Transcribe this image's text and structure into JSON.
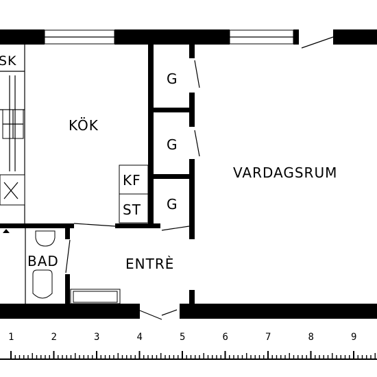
{
  "rooms": {
    "sk": "SK",
    "kok": "KÖK",
    "g1": "G",
    "g2": "G",
    "g3": "G",
    "kf": "KF",
    "st": "ST",
    "vardagsrum": "VARDAGSRUM",
    "bad": "BAD",
    "entre": "ENTRÈ"
  },
  "scale": {
    "labels": [
      "1",
      "2",
      "3",
      "4",
      "5",
      "6",
      "7",
      "8",
      "9"
    ]
  }
}
